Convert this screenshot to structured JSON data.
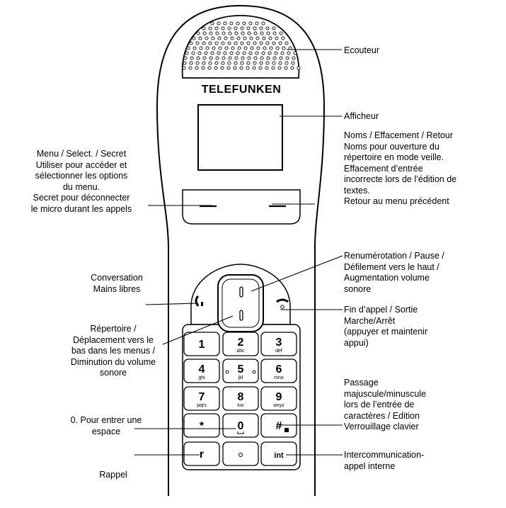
{
  "brand": "TELEFUNKEN",
  "keys": [
    {
      "id": "1",
      "digit": "1",
      "letters": ""
    },
    {
      "id": "2",
      "digit": "2",
      "letters": "abc"
    },
    {
      "id": "3",
      "digit": "3",
      "letters": "def"
    },
    {
      "id": "4",
      "digit": "4",
      "letters": "ghi"
    },
    {
      "id": "5",
      "digit": "5",
      "letters": "jkl"
    },
    {
      "id": "6",
      "digit": "6",
      "letters": "mno"
    },
    {
      "id": "7",
      "digit": "7",
      "letters": "pqrs"
    },
    {
      "id": "8",
      "digit": "8",
      "letters": "tuv"
    },
    {
      "id": "9",
      "digit": "9",
      "letters": "wxyz"
    },
    {
      "id": "star",
      "digit": "*",
      "letters": ""
    },
    {
      "id": "0",
      "digit": "0",
      "letters": ""
    },
    {
      "id": "hash",
      "digit": "#",
      "letters": ""
    },
    {
      "id": "r",
      "digit": "r",
      "letters": ""
    },
    {
      "id": "dot",
      "digit": "",
      "letters": ""
    },
    {
      "id": "int",
      "digit": "int",
      "letters": ""
    }
  ],
  "labels": {
    "ecouteur": [
      "Ecouteur"
    ],
    "afficheur": [
      "Afficheur"
    ],
    "noms": [
      "Noms / Effacement / Retour",
      "Noms pour ouverture du",
      "répertoire en mode veille.",
      "Effacement d’entrée",
      "incorrecte lors de l’édition de",
      "textes.",
      "Retour au menu précédent"
    ],
    "menu": [
      "Menu / Select. / Secret",
      "Utiliser pour accéder et",
      "sélectionner les options",
      "du menu.",
      "Secret pour déconnecter",
      "le micro durant les appels"
    ],
    "renum": [
      "Renumérotation / Pause /",
      "Défilement vers le haut /",
      "Augmentation volume",
      "sonore"
    ],
    "conversation": [
      "Conversation",
      "Mains libres"
    ],
    "fin": [
      "Fin d’appel / Sortie",
      "Marche/Arrêt",
      "(appuyer et maintenir",
      "appui)"
    ],
    "repertoire": [
      "Répertoire /",
      "Déplacement vers le",
      "bas dans les menus /",
      "Diminution du volume",
      "sonore"
    ],
    "passage": [
      "Passage",
      "majuscule/minuscule",
      "lors de l’entrée de",
      "caractères / Edition",
      "Verrouillage clavier"
    ],
    "zero": [
      "0. Pour entrer une",
      "espace"
    ],
    "rappel": [
      "Rappel"
    ],
    "intercom": [
      "Intercommunication-",
      "appel interne"
    ]
  }
}
